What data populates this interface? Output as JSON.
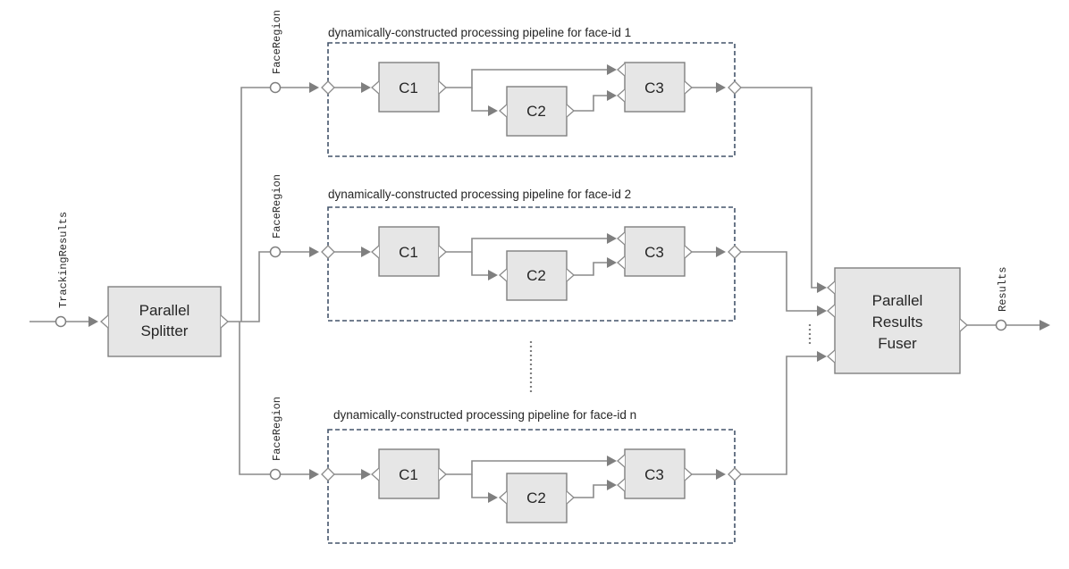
{
  "input_label": "TrackingResults",
  "output_label": "Results",
  "splitter": {
    "lines": [
      "Parallel",
      "Splitter"
    ]
  },
  "fuser": {
    "lines": [
      "Parallel",
      "Results",
      "Fuser"
    ]
  },
  "branch_label": "FaceRegion",
  "pipelines": [
    {
      "caption": "dynamically-constructed processing pipeline for face-id 1",
      "components": [
        "C1",
        "C2",
        "C3"
      ]
    },
    {
      "caption": "dynamically-constructed processing pipeline for face-id 2",
      "components": [
        "C1",
        "C2",
        "C3"
      ]
    },
    {
      "caption": "dynamically-constructed processing pipeline for face-id n",
      "components": [
        "C1",
        "C2",
        "C3"
      ]
    }
  ],
  "colors": {
    "wire": "#8a8a8a",
    "box_fill": "#e6e6e6",
    "frame": "#44546a"
  }
}
